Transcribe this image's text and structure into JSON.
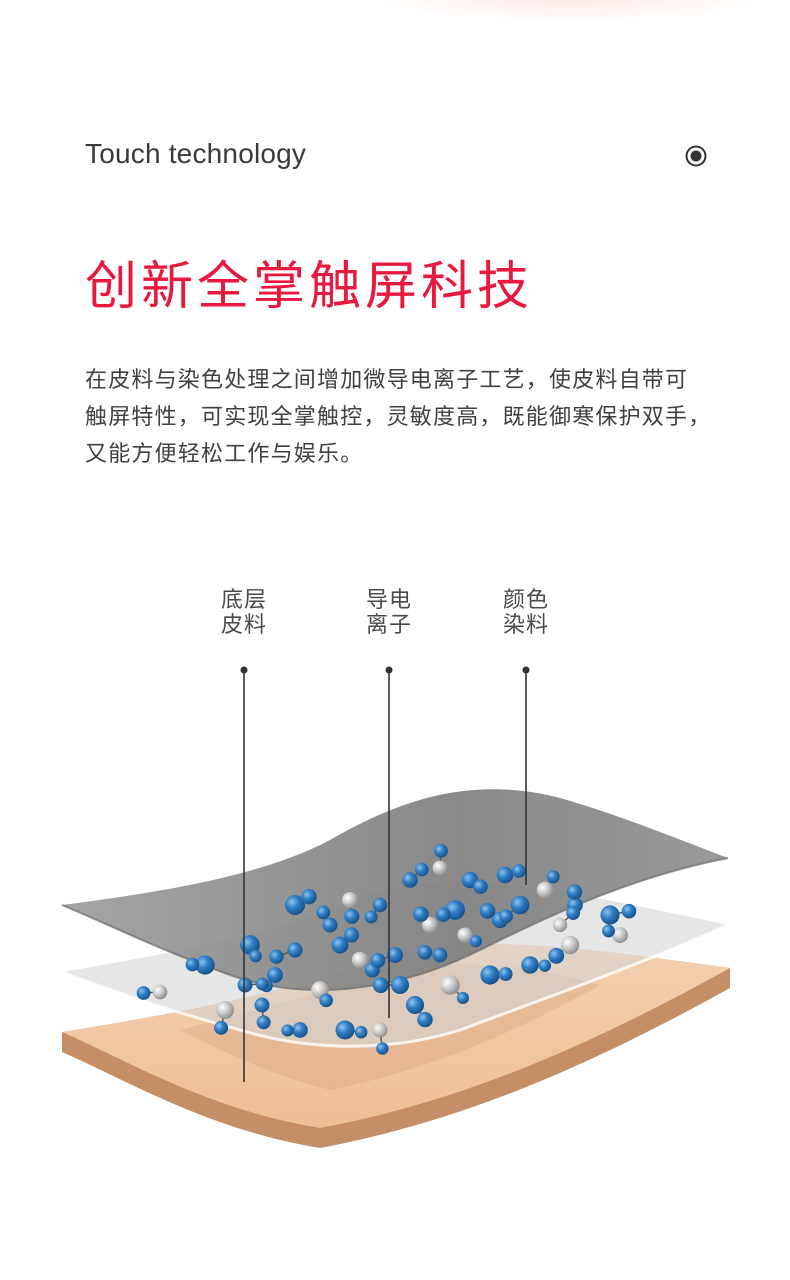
{
  "header": {
    "subtitle_en": "Touch technology",
    "icon": "target-icon"
  },
  "title": "创新全掌触屏科技",
  "description": [
    "在皮料与染色处理之间增加微导电离子工艺，使皮料自带可",
    "触屏特性，可实现全掌触控，灵敏度高，既能御寒保护双手，",
    "又能方便轻松工作与娱乐。"
  ],
  "labels": [
    {
      "line1": "底层",
      "line2": "皮料"
    },
    {
      "line1": "导电",
      "line2": "离子"
    },
    {
      "line1": "颜色",
      "line2": "染料"
    }
  ],
  "colors": {
    "accent": "#e8183f",
    "leather": "#f0c8a4",
    "dye_layer": "#8a8a8a",
    "ion_blue": "#2f7ec4",
    "ion_grey": "#c8c8c8"
  }
}
